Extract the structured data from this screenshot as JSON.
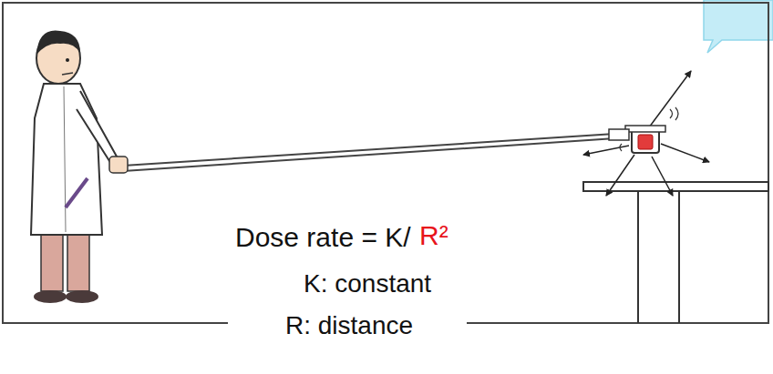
{
  "diagram": {
    "labels": [
      "Dose rate = K/",
      "R²",
      "K: constant",
      "R: distance"
    ]
  }
}
